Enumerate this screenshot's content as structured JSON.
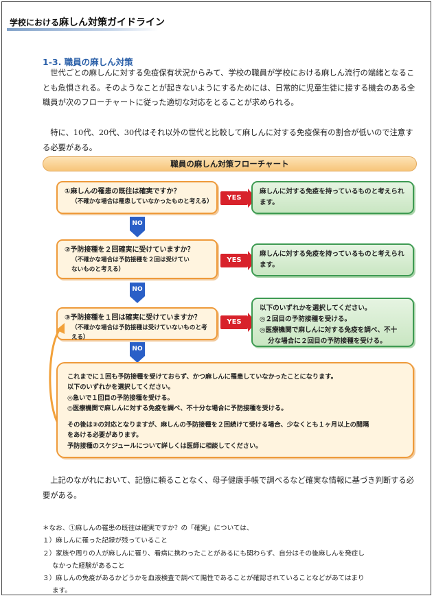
{
  "header": {
    "prefix": "学校における",
    "title": "麻しん対策ガイドライン"
  },
  "section": {
    "title": "1-3. 職員の麻しん対策",
    "para1": "世代ごとの麻しんに対する免疫保有状況からみて、学校の職員が学校における麻しん流行の端緒となることも危惧される。そのようなことが起きないようにするためには、日常的に児童生徒に接する機会のある全職員が次のフローチャートに従った適切な対応をとることが求められる。",
    "para2": "特に、10代、20代、30代はそれ以外の世代と比較して麻しんに対する免疫保有の割合が低いので注意する必要がある。"
  },
  "flowchart": {
    "title": "職員の麻しん対策フローチャート",
    "q1": {
      "question": "①麻しんの罹患の既往は確実ですか？",
      "note": "（不確かな場合は罹患していなかったものと考える）"
    },
    "q2": {
      "question": "②予防接種を２回確実に受けていますか？",
      "note1": "（不確かな場合は予防接種を２回は受けてい",
      "note2": "ないものと考える）"
    },
    "q3": {
      "question": "③予防接種を１回は確実に受けていますか？",
      "note": "（不確かな場合は予防接種は受けていないものと考える）"
    },
    "a1": "麻しんに対する免疫を持っているものと考えられます。",
    "a2": "麻しんに対する免疫を持っているものと考えられます。",
    "a3": {
      "l1": "以下のいずれかを選択してください。",
      "l2": "◎２回目の予防接種を受ける。",
      "l3": "◎医療機関で麻しんに対する免疫を調べ、不十",
      "l4": "分な場合に２回目の予防接種を受ける。"
    },
    "yes_label": "YES",
    "no_label": "NO",
    "final": {
      "l1": "これまでに１回も予防接種を受けておらず、かつ麻しんに罹患していなかったことになります。",
      "l2": "以下のいずれかを選択してください。",
      "l3": "◎急いで１回目の予防接種を受ける。",
      "l4": "◎医療機関で麻しんに対する免疫を調べ、不十分な場合に予防接種を受ける。",
      "l5": "その後は③の対応となりますが、麻しんの予防接種を２回続けて受ける場合、少なくとも１ヶ月以上の間隔",
      "l6": "をあける必要があります。",
      "l7": "予防接種のスケジュールについて詳しくは医師に相談してください。"
    }
  },
  "para3": "上記のながれにおいて、記憶に頼ることなく、母子健康手帳で調べるなど確実な情報に基づき判断する必要がある。",
  "notes": {
    "intro": "＊なお、①麻しんの罹患の既往は確実ですか？の「確実」については、",
    "n1": "１）麻しんに罹った記録が残っていること",
    "n2a": "２）家族や周りの人が麻しんに罹り、看病に携わったことがあるにも関わらず、自分はその後麻しんを発症し",
    "n2b": "なかった経験があること",
    "n3a": "３）麻しんの免疫があるかどうかを血液検査で調べて陽性であることが確認されていることなどがあてはまり",
    "n3b": "ます。"
  },
  "colors": {
    "accent_blue": "#2a5fa8",
    "yes_red": "#d8222b",
    "no_blue": "#2a5fc7",
    "orange_border": "#ee9a3a",
    "green_border": "#3d9a52"
  }
}
